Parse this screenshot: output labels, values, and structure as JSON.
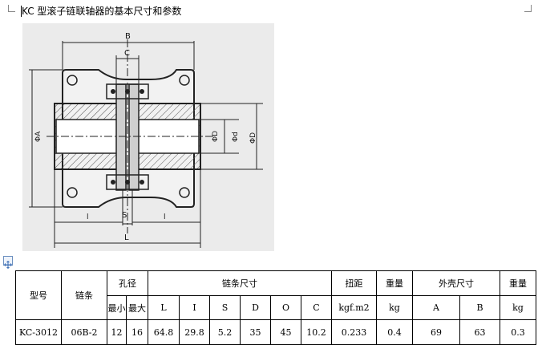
{
  "document": {
    "title": "KC 型滚子链联轴器的基本尺寸和参数"
  },
  "drawing": {
    "labels": {
      "B": "B",
      "C": "C",
      "S": "S",
      "L": "L",
      "l_left": "l",
      "l_right": "l",
      "phiA": "ΦA",
      "phid": "Φd",
      "phiD": "ΦD",
      "phiD2": "ΦD"
    }
  },
  "table": {
    "headers": {
      "model": "型号",
      "chain": "链条",
      "bore": "孔径",
      "chain_dims": "链条尺寸",
      "torque": "扭距",
      "weight": "重量",
      "housing": "外壳尺寸",
      "weight2": "重量"
    },
    "subheaders": {
      "min": "最小",
      "max": "最大",
      "L": "L",
      "I": "I",
      "S": "S",
      "D": "D",
      "O": "O",
      "C": "C",
      "torque_unit": "kgf.m2",
      "weight_unit": "kg",
      "A": "A",
      "B": "B",
      "weight2_unit": "kg"
    },
    "row": {
      "model": "KC-3012",
      "chain": "06B-2",
      "min": "12",
      "max": "16",
      "L": "64.8",
      "I": "29.8",
      "S": "5.2",
      "D": "35",
      "O": "45",
      "C": "10.2",
      "torque": "0.233",
      "weight": "0.4",
      "A": "69",
      "B": "63",
      "weight2": "0.3"
    }
  }
}
